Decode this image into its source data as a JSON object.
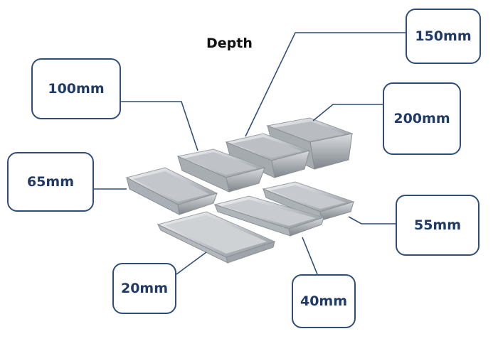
{
  "title": "Depth",
  "labels": {
    "d150": "150mm",
    "d100": "100mm",
    "d200": "200mm",
    "d65": "65mm",
    "d55": "55mm",
    "d20": "20mm",
    "d40": "40mm"
  },
  "colors": {
    "box_border": "#2f4f7a",
    "label_text": "#1f3a66",
    "leader_line": "#2f4f7a",
    "steel_light": "#e4e6e8",
    "steel_dark": "#8f959b"
  }
}
